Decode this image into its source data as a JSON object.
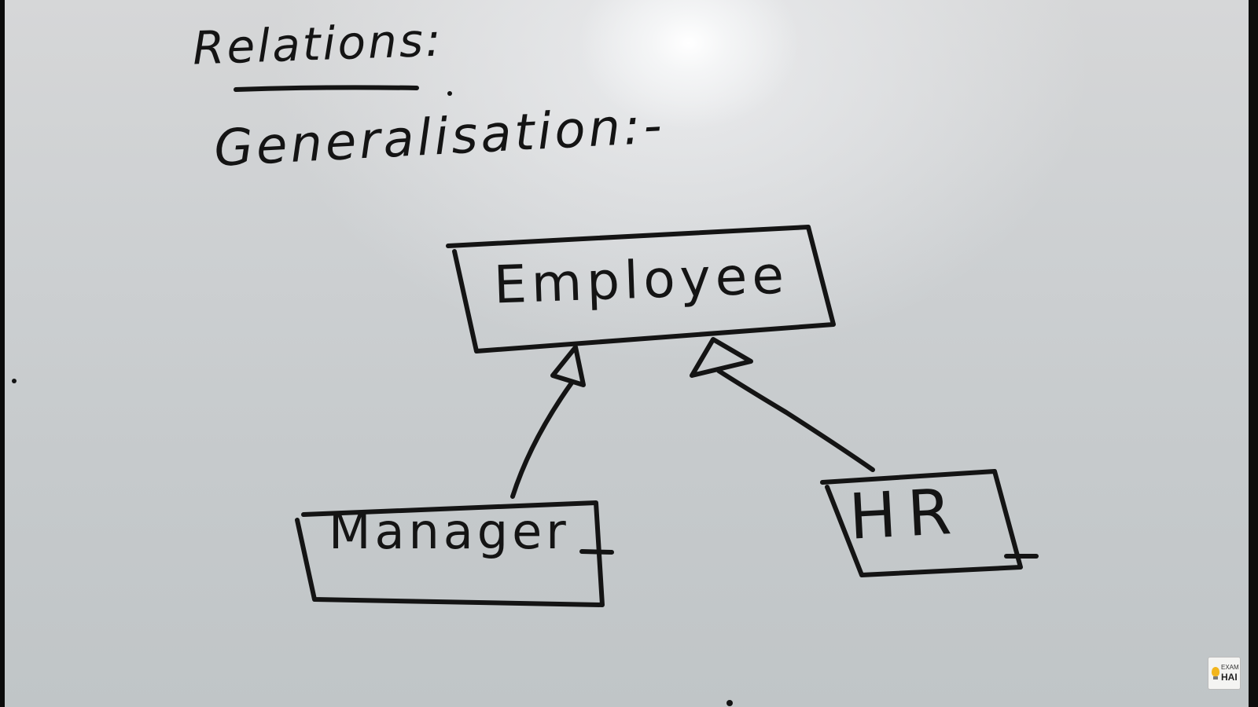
{
  "diagram": {
    "heading": "Relations:",
    "subheading": "Generalisation:-",
    "nodes": {
      "parent": "Employee",
      "child_left": "Manager",
      "child_right": "HR"
    },
    "relationship": "generalisation",
    "ink_color": "#141414"
  },
  "logo": {
    "line1": "EXAM",
    "line2": "HAI",
    "accent": "#f2b51d"
  }
}
